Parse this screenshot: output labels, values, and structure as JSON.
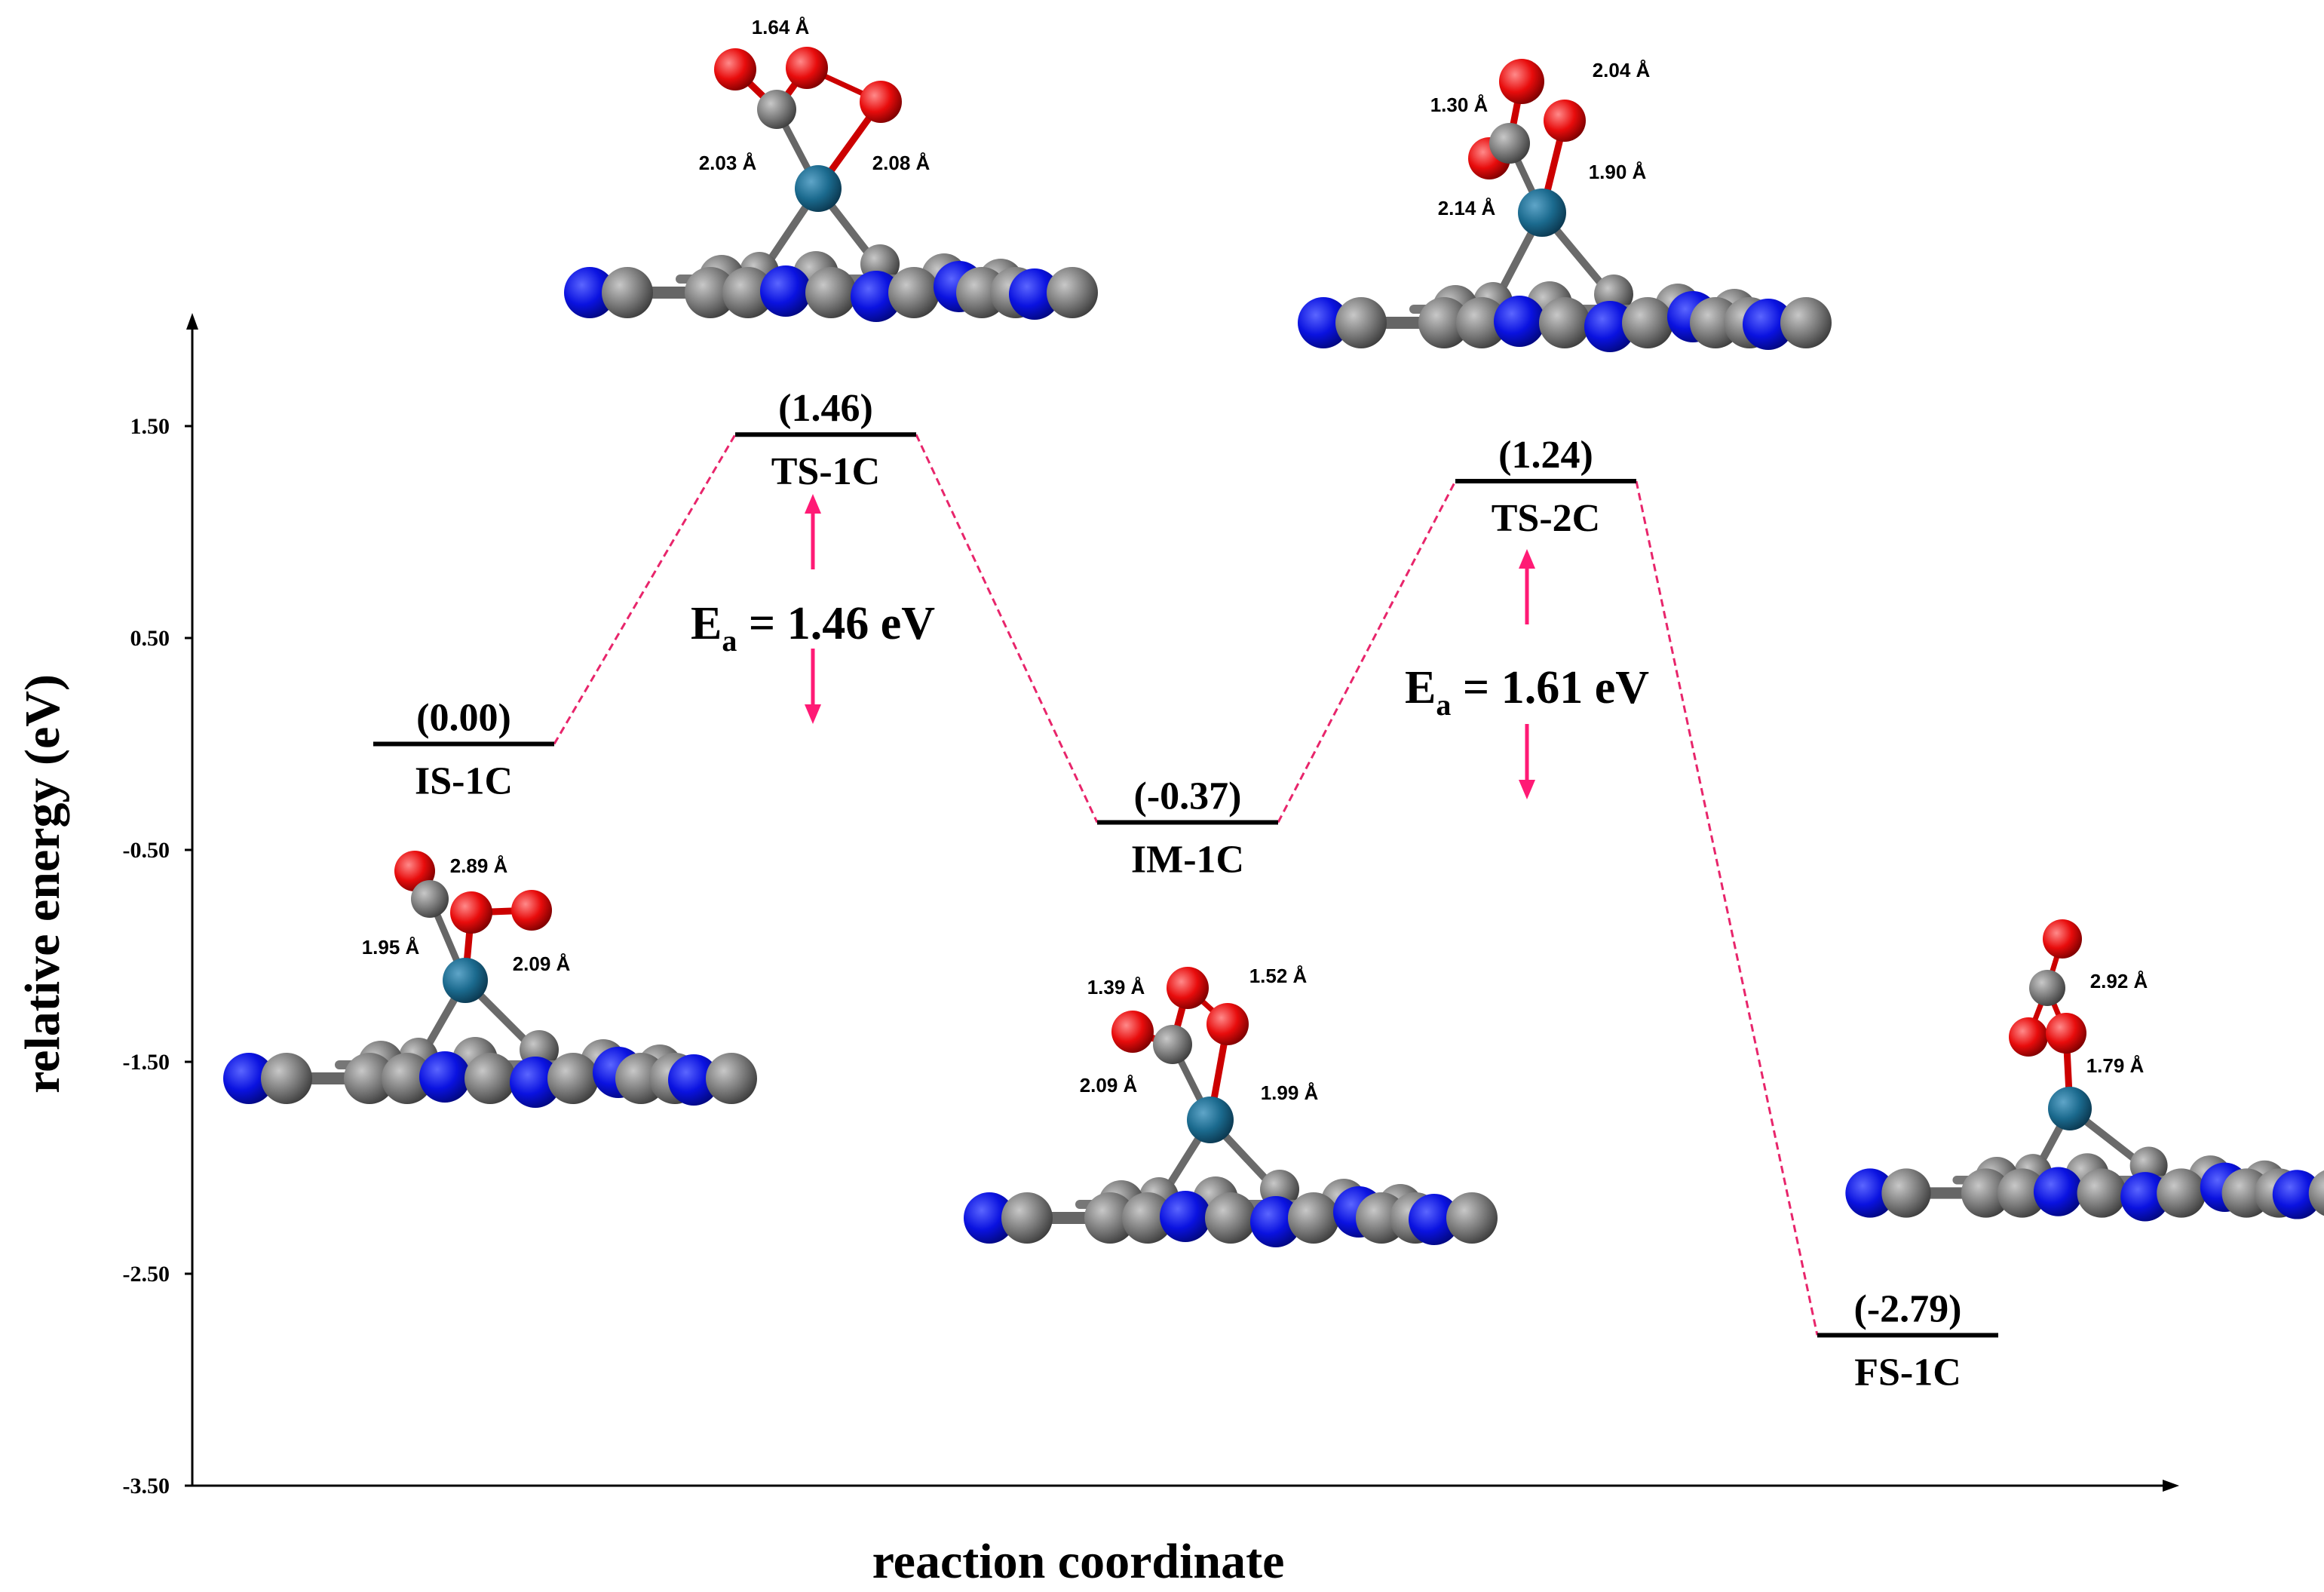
{
  "chart_data": {
    "type": "line",
    "title": "",
    "xlabel": "reaction coordinate",
    "ylabel": "relative energy (eV)",
    "ylim": [
      -3.5,
      2.0
    ],
    "yticks": [
      "1.50",
      "0.50",
      "-0.50",
      "-1.50",
      "-2.50",
      "-3.50"
    ],
    "ytick_values": [
      1.5,
      0.5,
      -0.5,
      -1.5,
      -2.5,
      -3.5
    ],
    "grid": false,
    "line_color": "#e8256b",
    "level_color": "#000000",
    "arrow_color": "#ff1a75",
    "states": [
      {
        "name": "IS-1C",
        "energy": 0.0,
        "energy_label": "(0.00)"
      },
      {
        "name": "TS-1C",
        "energy": 1.46,
        "energy_label": "(1.46)"
      },
      {
        "name": "IM-1C",
        "energy": -0.37,
        "energy_label": "(-0.37)"
      },
      {
        "name": "TS-2C",
        "energy": 1.24,
        "energy_label": "(1.24)"
      },
      {
        "name": "FS-1C",
        "energy": -2.79,
        "energy_label": "(-2.79)"
      }
    ],
    "barriers": [
      {
        "label_main": "E",
        "label_sub": "a",
        "label_rest": " = 1.46 eV",
        "value": 1.46
      },
      {
        "label_main": "E",
        "label_sub": "a",
        "label_rest": " = 1.61 eV",
        "value": 1.61
      }
    ],
    "structures": [
      {
        "state": "IS-1C",
        "bonds": [
          "2.89 Å",
          "1.95 Å",
          "2.09 Å"
        ]
      },
      {
        "state": "TS-1C",
        "bonds": [
          "1.64 Å",
          "2.03 Å",
          "2.08 Å"
        ]
      },
      {
        "state": "IM-1C",
        "bonds": [
          "1.39 Å",
          "1.52 Å",
          "2.09 Å",
          "1.99 Å"
        ]
      },
      {
        "state": "TS-2C",
        "bonds": [
          "2.04 Å",
          "1.30 Å",
          "2.14 Å",
          "1.90 Å"
        ]
      },
      {
        "state": "FS-1C",
        "bonds": [
          "2.92 Å",
          "1.79 Å"
        ]
      }
    ],
    "atom_colors": {
      "metal": "#1b6a8e",
      "carbon": "#7a7a7a",
      "nitrogen": "#0a12e0",
      "oxygen": "#e80c0c"
    }
  }
}
